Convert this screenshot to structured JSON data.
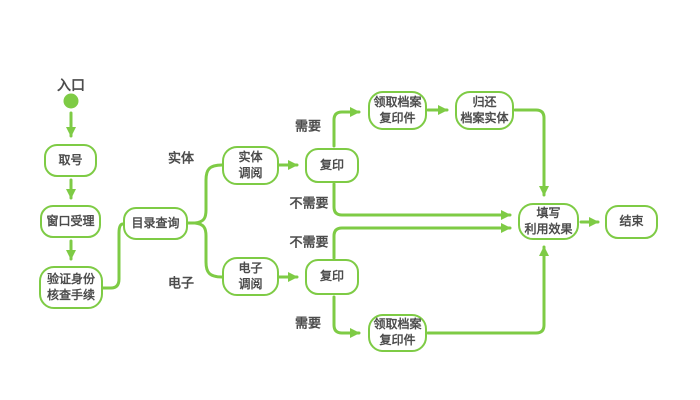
{
  "diagram": {
    "type": "flowchart",
    "accent_color": "#7ecb45",
    "text_color": "#4c4c4c",
    "background_color": "#ffffff"
  },
  "nodes": {
    "entry_label": "入口",
    "take_number": "取号",
    "window_accept": "窗口受理",
    "verify_identity": "验证身份\n核查手续",
    "catalog_query": "目录查询",
    "physical_retrieval": "实体\n调阅",
    "electronic_retrieval": "电子\n调阅",
    "copy_physical": "复印",
    "copy_electronic": "复印",
    "receive_copies_physical": "领取档案\n复印件",
    "return_physical": "归还\n档案实体",
    "fill_usage_effect": "填写\n利用效果",
    "end": "结束",
    "receive_copies_electronic": "领取档案\n复印件"
  },
  "edge_labels": {
    "physical_branch": "实体",
    "electronic_branch": "电子",
    "need_physical": "需要",
    "no_need_physical": "不需要",
    "no_need_electronic": "不需要",
    "need_electronic": "需要"
  }
}
